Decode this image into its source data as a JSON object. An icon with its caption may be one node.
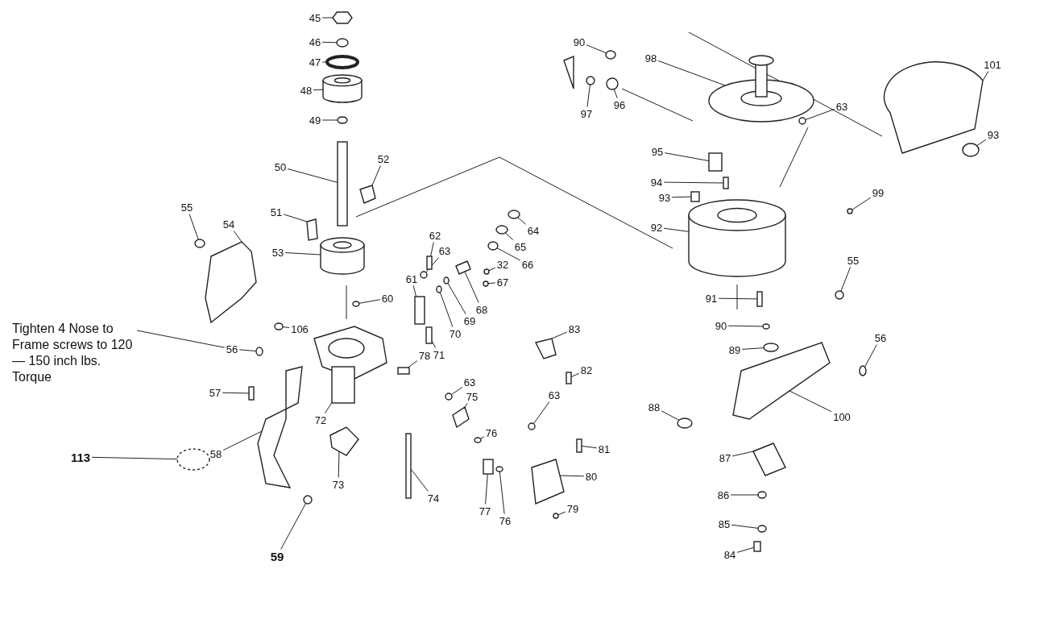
{
  "diagram": {
    "nodes": [
      {
        "text": [
          "45"
        ]
      },
      {
        "text": [
          "46"
        ]
      },
      {
        "text": [
          "47"
        ]
      },
      {
        "text": [
          "48"
        ]
      },
      {
        "text": [
          "49"
        ]
      },
      {
        "text": [
          "50"
        ]
      },
      {
        "text": [
          "52"
        ]
      },
      {
        "text": [
          "51"
        ]
      },
      {
        "text": [
          "55"
        ]
      },
      {
        "text": [
          "54"
        ]
      },
      {
        "text": [
          "53"
        ]
      },
      {
        "text": [
          "62"
        ]
      },
      {
        "text": [
          "63"
        ]
      },
      {
        "text": [
          "61"
        ]
      },
      {
        "text": [
          "60"
        ]
      },
      {
        "text": [
          "32"
        ]
      },
      {
        "text": [
          "64"
        ]
      },
      {
        "text": [
          "65"
        ]
      },
      {
        "text": [
          "66"
        ]
      },
      {
        "text": [
          "67"
        ]
      },
      {
        "text": [
          "68"
        ]
      },
      {
        "text": [
          "69"
        ]
      },
      {
        "text": [
          "70"
        ]
      },
      {
        "text": [
          "71"
        ]
      },
      {
        "text": [
          "106"
        ]
      },
      {
        "text": [
          "Tighten 4 Nose to Frame screws to 120 — 150 inch lbs. Torque"
        ]
      },
      {
        "text": [
          "56"
        ]
      },
      {
        "text": [
          "78"
        ]
      },
      {
        "text": [
          "83"
        ]
      },
      {
        "text": [
          "82"
        ]
      },
      {
        "text": [
          "63"
        ]
      },
      {
        "text": [
          "57"
        ]
      },
      {
        "text": [
          "72"
        ]
      },
      {
        "text": [
          "75"
        ]
      },
      {
        "text": [
          "76"
        ]
      },
      {
        "text": [
          "63"
        ]
      },
      {
        "text": [
          "81"
        ]
      },
      {
        "text": [
          "113"
        ]
      },
      {
        "text": [
          "58"
        ]
      },
      {
        "text": [
          "73"
        ]
      },
      {
        "text": [
          "80"
        ]
      },
      {
        "text": [
          "74"
        ]
      },
      {
        "text": [
          "77"
        ]
      },
      {
        "text": [
          "76"
        ]
      },
      {
        "text": [
          "79"
        ]
      },
      {
        "text": [
          "59"
        ]
      },
      {
        "text": [
          "90"
        ]
      },
      {
        "text": [
          "97"
        ]
      },
      {
        "text": [
          "96"
        ]
      },
      {
        "text": [
          "98"
        ]
      },
      {
        "text": [
          "101"
        ]
      },
      {
        "text": [
          "63"
        ]
      },
      {
        "text": [
          "95"
        ]
      },
      {
        "text": [
          "93"
        ]
      },
      {
        "text": [
          "94"
        ]
      },
      {
        "text": [
          "92"
        ]
      },
      {
        "text": [
          "99"
        ]
      },
      {
        "text": [
          "93"
        ]
      },
      {
        "text": [
          "55"
        ]
      },
      {
        "text": [
          "91"
        ]
      },
      {
        "text": [
          "90"
        ]
      },
      {
        "text": [
          "89"
        ]
      },
      {
        "text": [
          "56"
        ]
      },
      {
        "text": [
          "100"
        ]
      },
      {
        "text": [
          "88"
        ]
      },
      {
        "text": [
          "87"
        ]
      },
      {
        "text": [
          "86"
        ]
      },
      {
        "text": [
          "85"
        ]
      },
      {
        "text": [
          "84"
        ]
      },
      {
        "text": [],
        "shape": "hexagon"
      },
      {
        "text": [],
        "shape": "ellipse"
      },
      {
        "text": [],
        "shape": "ellipse"
      },
      {
        "text": [],
        "shape": "cylinder"
      },
      {
        "text": [],
        "shape": "ellipse"
      },
      {
        "text": [],
        "shape": "box"
      },
      {
        "text": [],
        "shape": "polygon"
      },
      {
        "text": [],
        "shape": "polygon"
      },
      {
        "text": [],
        "shape": "ellipse"
      },
      {
        "text": [],
        "shape": "polygon"
      },
      {
        "text": [],
        "shape": "cylinder"
      },
      {
        "text": [],
        "shape": "box"
      },
      {
        "text": [],
        "shape": "ellipse"
      },
      {
        "text": [],
        "shape": "box"
      },
      {
        "text": [],
        "shape": "ellipse"
      },
      {
        "text": [],
        "shape": "ellipse"
      },
      {
        "text": [],
        "shape": "ellipse"
      },
      {
        "text": [],
        "shape": "ellipse"
      },
      {
        "text": [],
        "shape": "ellipse"
      },
      {
        "text": [],
        "shape": "ellipse"
      },
      {
        "text": [],
        "shape": "polygon"
      },
      {
        "text": [],
        "shape": "ellipse"
      },
      {
        "text": [],
        "shape": "ellipse"
      },
      {
        "text": [],
        "shape": "box"
      },
      {
        "text": [],
        "shape": "ellipse"
      },
      {
        "text": [],
        "shape": "ellipse"
      },
      {
        "text": [],
        "shape": "box"
      },
      {
        "text": [],
        "shape": "polygon"
      },
      {
        "text": [],
        "shape": "box"
      },
      {
        "text": [],
        "shape": "ellipse"
      },
      {
        "text": [],
        "shape": "box"
      },
      {
        "text": [],
        "shape": "box"
      },
      {
        "text": [],
        "shape": "polygon"
      },
      {
        "text": [],
        "shape": "ellipse"
      },
      {
        "text": [],
        "shape": "ellipse"
      },
      {
        "text": [],
        "shape": "box"
      },
      {
        "text": [],
        "shape": "ellipse"
      },
      {
        "text": [],
        "shape": "polygon"
      },
      {
        "text": [],
        "shape": "polygon"
      },
      {
        "text": [],
        "shape": "polygon"
      },
      {
        "text": [],
        "shape": "box"
      },
      {
        "text": [],
        "shape": "box"
      },
      {
        "text": [],
        "shape": "ellipse"
      },
      {
        "text": [],
        "shape": "ellipse"
      },
      {
        "text": [],
        "shape": "ellipse"
      },
      {
        "text": [],
        "shape": "ellipse"
      },
      {
        "text": [],
        "shape": "ellipse"
      },
      {
        "text": [],
        "shape": "ellipse"
      },
      {
        "text": [],
        "shape": "picture"
      },
      {
        "text": [],
        "shape": "polygon"
      },
      {
        "text": [],
        "shape": "ellipse"
      },
      {
        "text": [],
        "shape": "box"
      },
      {
        "text": [],
        "shape": "box"
      },
      {
        "text": [],
        "shape": "box"
      },
      {
        "text": [],
        "shape": "cylinder"
      },
      {
        "text": [],
        "shape": "ellipse"
      },
      {
        "text": [],
        "shape": "ellipse"
      },
      {
        "text": [],
        "shape": "ellipse"
      },
      {
        "text": [],
        "shape": "box"
      },
      {
        "text": [],
        "shape": "ellipse"
      },
      {
        "text": [],
        "shape": "ellipse"
      },
      {
        "text": [],
        "shape": "ellipse"
      },
      {
        "text": [],
        "shape": "polygon"
      },
      {
        "text": [],
        "shape": "ellipse"
      },
      {
        "text": [],
        "shape": "polygon"
      },
      {
        "text": [],
        "shape": "ellipse"
      },
      {
        "text": [],
        "shape": "ellipse"
      },
      {
        "text": [],
        "shape": "box"
      }
    ],
    "edges": [
      {
        "from": 0,
        "to": 69,
        "arrow": "none"
      },
      {
        "from": 1,
        "to": 70,
        "arrow": "none"
      },
      {
        "from": 2,
        "to": 71,
        "arrow": "none"
      },
      {
        "from": 3,
        "to": 72,
        "arrow": "none"
      },
      {
        "from": 4,
        "to": 73,
        "arrow": "none"
      },
      {
        "from": 5,
        "to": 74,
        "arrow": "none"
      },
      {
        "from": 6,
        "to": 75,
        "arrow": "none"
      },
      {
        "from": 7,
        "to": 76,
        "arrow": "none"
      },
      {
        "from": 8,
        "to": 77,
        "arrow": "none"
      },
      {
        "from": 9,
        "to": 78,
        "arrow": "none"
      },
      {
        "from": 10,
        "to": 79,
        "arrow": "none"
      },
      {
        "from": 11,
        "to": 80,
        "arrow": "none"
      },
      {
        "from": 12,
        "to": 81,
        "arrow": "none"
      },
      {
        "from": 13,
        "to": 82,
        "arrow": "none"
      },
      {
        "from": 14,
        "to": 83,
        "arrow": "none"
      },
      {
        "from": 15,
        "to": 84,
        "arrow": "none"
      },
      {
        "from": 16,
        "to": 85,
        "arrow": "none"
      },
      {
        "from": 17,
        "to": 86,
        "arrow": "none"
      },
      {
        "from": 18,
        "to": 87,
        "arrow": "none"
      },
      {
        "from": 19,
        "to": 88,
        "arrow": "none"
      },
      {
        "from": 20,
        "to": 89,
        "arrow": "none"
      },
      {
        "from": 21,
        "to": 90,
        "arrow": "none"
      },
      {
        "from": 22,
        "to": 91,
        "arrow": "none"
      },
      {
        "from": 23,
        "to": 92,
        "arrow": "none"
      },
      {
        "from": 24,
        "to": 93,
        "arrow": "none"
      },
      {
        "from": 25,
        "to": 26,
        "arrow": "none"
      },
      {
        "from": 26,
        "to": 94,
        "arrow": "none"
      },
      {
        "from": 27,
        "to": 95,
        "arrow": "none"
      },
      {
        "from": 28,
        "to": 96,
        "arrow": "none"
      },
      {
        "from": 29,
        "to": 97,
        "arrow": "none"
      },
      {
        "from": 30,
        "to": 98,
        "arrow": "none"
      },
      {
        "from": 31,
        "to": 99,
        "arrow": "none"
      },
      {
        "from": 32,
        "to": 100,
        "arrow": "none"
      },
      {
        "from": 33,
        "to": 101,
        "arrow": "none"
      },
      {
        "from": 34,
        "to": 102,
        "arrow": "none"
      },
      {
        "from": 35,
        "to": 103,
        "arrow": "none"
      },
      {
        "from": 36,
        "to": 104,
        "arrow": "none"
      },
      {
        "from": 37,
        "to": 105,
        "arrow": "none"
      },
      {
        "from": 38,
        "to": 106,
        "arrow": "none"
      },
      {
        "from": 39,
        "to": 107,
        "arrow": "none"
      },
      {
        "from": 40,
        "to": 108,
        "arrow": "none"
      },
      {
        "from": 41,
        "to": 109,
        "arrow": "none"
      },
      {
        "from": 42,
        "to": 110,
        "arrow": "none"
      },
      {
        "from": 43,
        "to": 111,
        "arrow": "none"
      },
      {
        "from": 44,
        "to": 112,
        "arrow": "none"
      },
      {
        "from": 45,
        "to": 113,
        "arrow": "none"
      },
      {
        "from": 46,
        "to": 114,
        "arrow": "none"
      },
      {
        "from": 47,
        "to": 115,
        "arrow": "none"
      },
      {
        "from": 48,
        "to": 116,
        "arrow": "none"
      },
      {
        "from": 49,
        "to": 117,
        "arrow": "none"
      },
      {
        "from": 50,
        "to": 118,
        "arrow": "none"
      },
      {
        "from": 51,
        "to": 119,
        "arrow": "none"
      },
      {
        "from": 52,
        "to": 120,
        "arrow": "none"
      },
      {
        "from": 53,
        "to": 121,
        "arrow": "none"
      },
      {
        "from": 54,
        "to": 122,
        "arrow": "none"
      },
      {
        "from": 55,
        "to": 123,
        "arrow": "none"
      },
      {
        "from": 56,
        "to": 124,
        "arrow": "none"
      },
      {
        "from": 57,
        "to": 125,
        "arrow": "none"
      },
      {
        "from": 58,
        "to": 126,
        "arrow": "none"
      },
      {
        "from": 59,
        "to": 127,
        "arrow": "none"
      },
      {
        "from": 60,
        "to": 128,
        "arrow": "none"
      },
      {
        "from": 61,
        "to": 129,
        "arrow": "none"
      },
      {
        "from": 62,
        "to": 130,
        "arrow": "none"
      },
      {
        "from": 63,
        "to": 131,
        "arrow": "none"
      },
      {
        "from": 64,
        "to": 132,
        "arrow": "none"
      },
      {
        "from": 65,
        "to": 133,
        "arrow": "none"
      },
      {
        "from": 66,
        "to": 134,
        "arrow": "none"
      },
      {
        "from": 67,
        "to": 135,
        "arrow": "none"
      },
      {
        "from": 68,
        "to": 136,
        "arrow": "none"
      }
    ]
  }
}
